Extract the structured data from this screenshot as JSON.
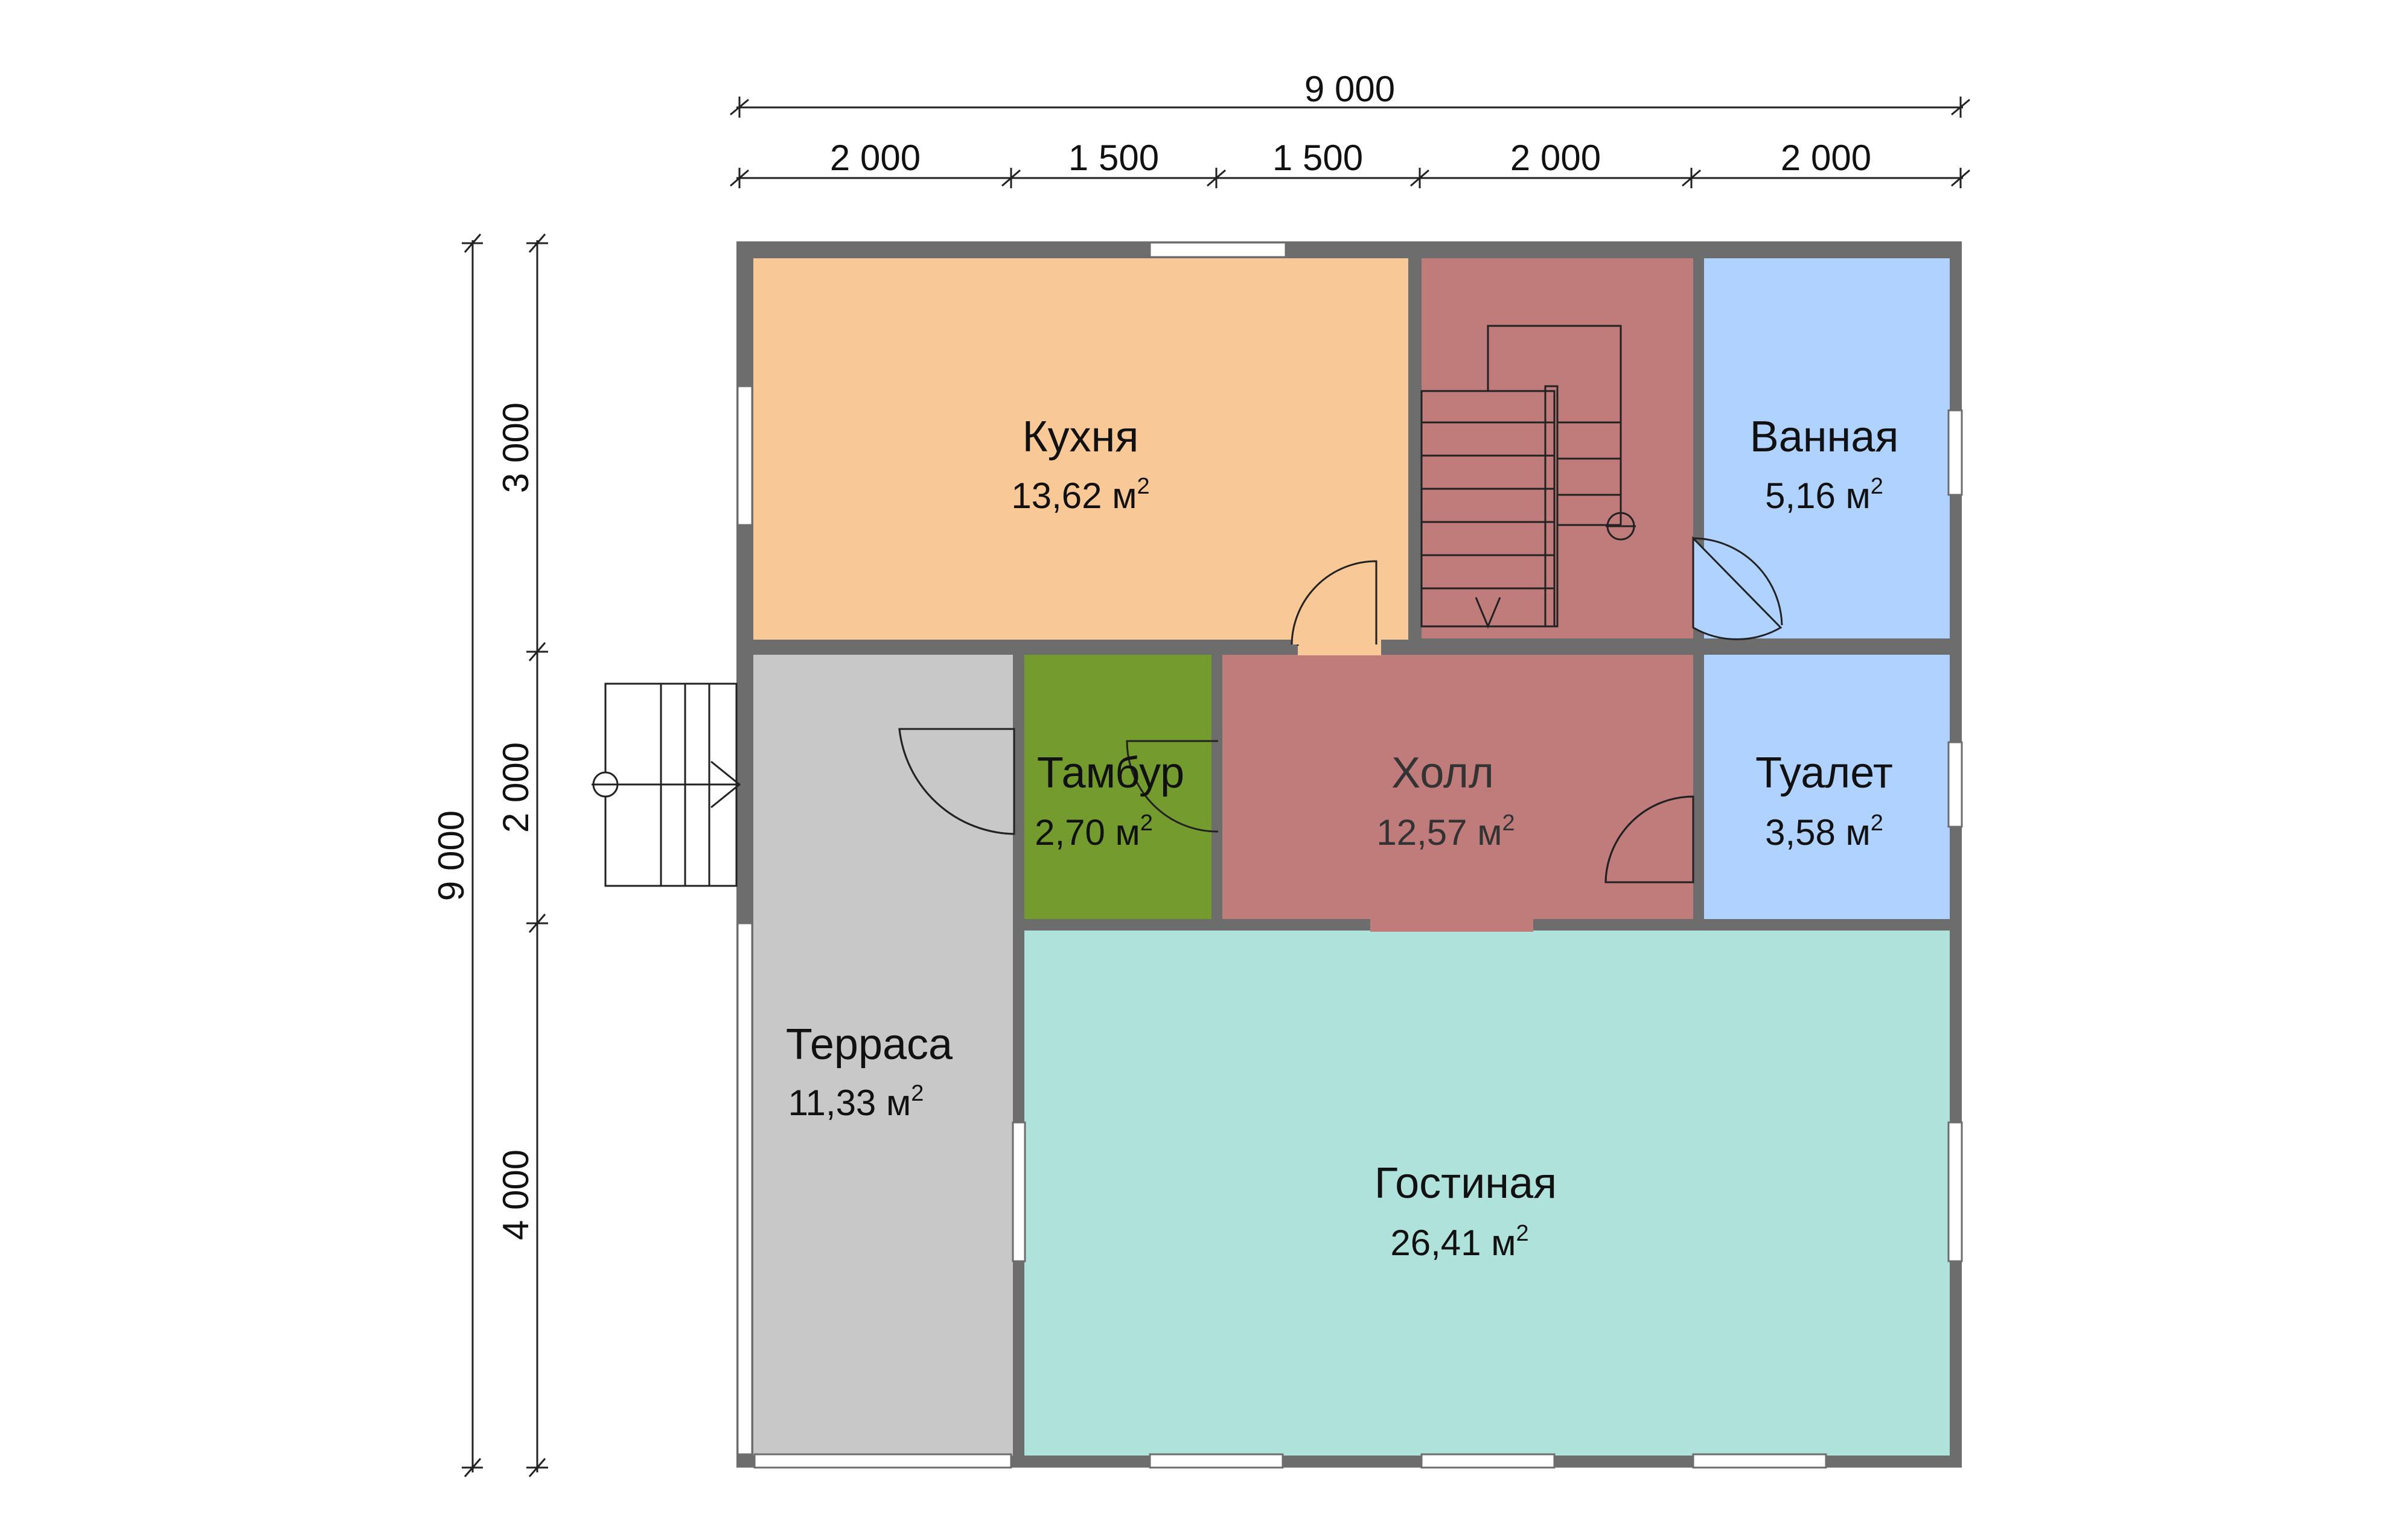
{
  "dimensions": {
    "total_top": "9 000",
    "segments_top": [
      "2 000",
      "1 500",
      "1 500",
      "2 000",
      "2 000"
    ],
    "total_left": "9 000",
    "segments_left": [
      "3 000",
      "2 000",
      "4 000"
    ]
  },
  "rooms": {
    "kitchen": {
      "name": "Кухня",
      "area": "13,62 м",
      "sup": "2",
      "color": "#f9c897"
    },
    "hall": {
      "name": "Холл",
      "area": "12,57 м",
      "sup": "2",
      "color": "#c07b7b"
    },
    "bath": {
      "name": "Ванная",
      "area": "5,16 м",
      "sup": "2",
      "color": "#b0d2ff"
    },
    "vestibule": {
      "name": "Тамбур",
      "area": "2,70 м",
      "sup": "2",
      "color": "#739b2d"
    },
    "toilet": {
      "name": "Туалет",
      "area": "3,58 м",
      "sup": "2",
      "color": "#b0d2ff"
    },
    "terrace": {
      "name": "Терраса",
      "area": "11,33 м",
      "sup": "2",
      "color": "#c8c8c8"
    },
    "living": {
      "name": "Гостиная",
      "area": "26,41 м",
      "sup": "2",
      "color": "#b0e2dc"
    }
  },
  "colors": {
    "wall": "#6d6d6d",
    "line": "#222222"
  }
}
